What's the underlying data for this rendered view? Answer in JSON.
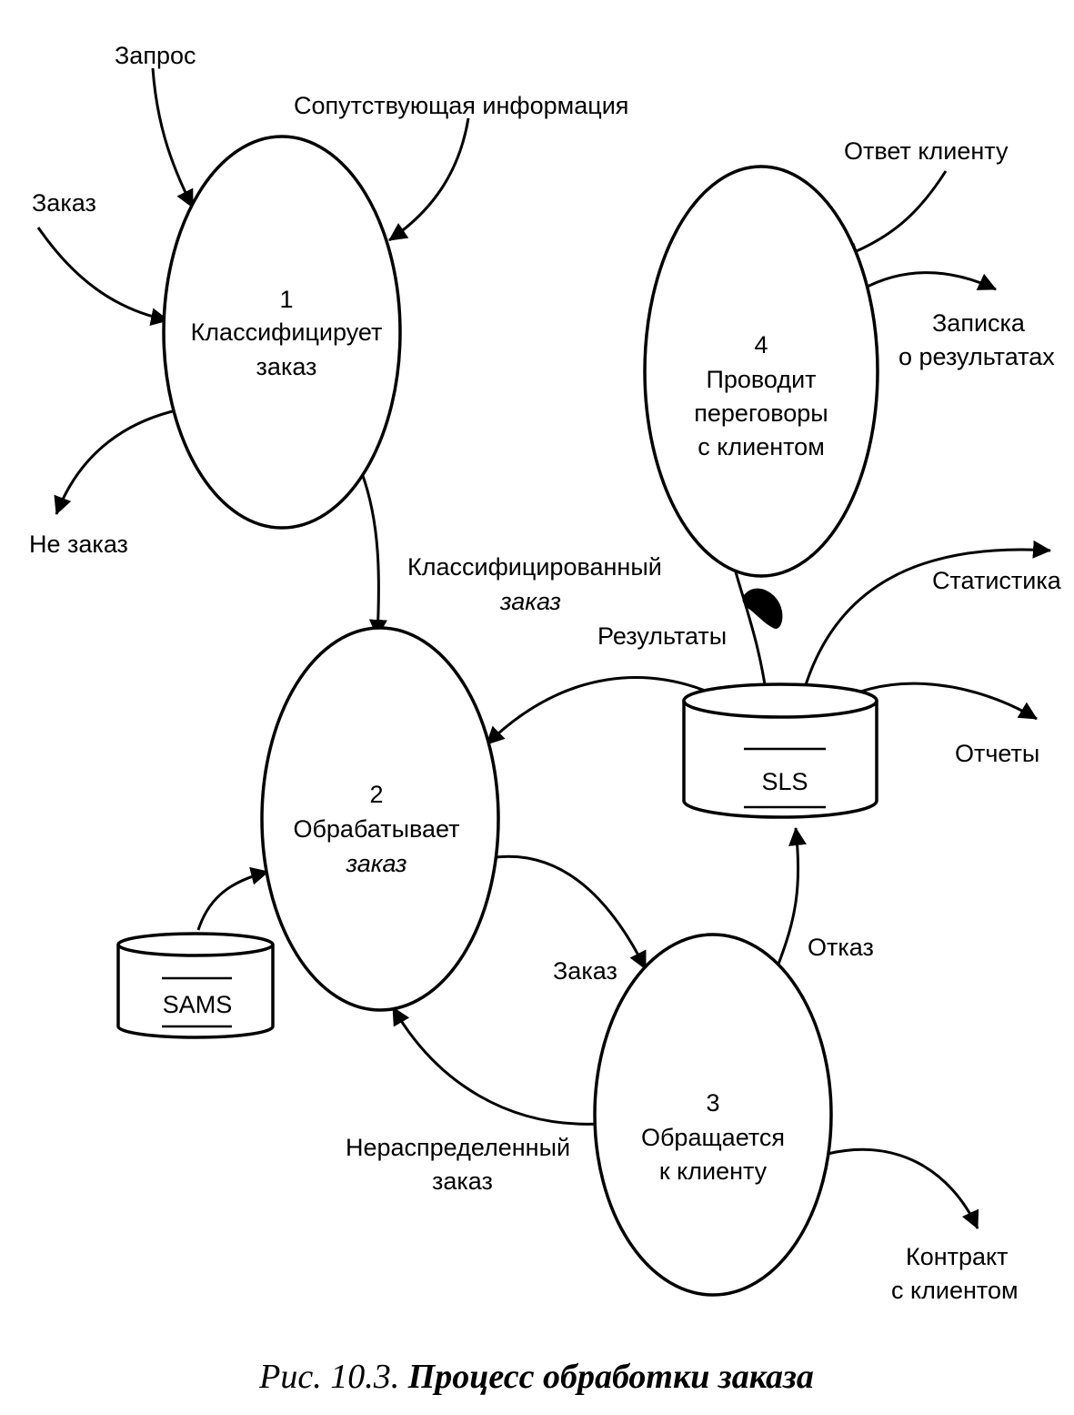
{
  "processes": [
    {
      "id": "p1",
      "number": "1",
      "lines": [
        "Классифицирует",
        "заказ"
      ]
    },
    {
      "id": "p2",
      "number": "2",
      "lines": [
        "Обрабатывает",
        "заказ"
      ]
    },
    {
      "id": "p3",
      "number": "3",
      "lines": [
        "Обращается",
        "к клиенту"
      ]
    },
    {
      "id": "p4",
      "number": "4",
      "lines": [
        "Проводит",
        "переговоры",
        "с клиентом"
      ]
    }
  ],
  "stores": {
    "sams": "SAMS",
    "sls": "SLS"
  },
  "flows": {
    "zapros": [
      "Запрос"
    ],
    "soput": [
      "Сопутствующая информация"
    ],
    "zakaz_in": [
      "Заказ"
    ],
    "ne_zakaz": [
      "Не заказ"
    ],
    "klass_zakaz": [
      "Классифицированный",
      "заказ"
    ],
    "otvet": [
      "Ответ клиенту"
    ],
    "zapiska": [
      "Записка",
      "о результатах"
    ],
    "statistika": [
      "Статистика"
    ],
    "rezultaty": [
      "Результаты"
    ],
    "otchety": [
      "Отчеты"
    ],
    "otkaz": [
      "Отказ"
    ],
    "zakaz_23": [
      "Заказ"
    ],
    "neraspr": [
      "Нераспределенный",
      "заказ"
    ],
    "kontrakt": [
      "Контракт",
      "с клиентом"
    ]
  },
  "caption": {
    "prefix": "Рис. 10.3.",
    "title": "Процесс обработки заказа"
  }
}
